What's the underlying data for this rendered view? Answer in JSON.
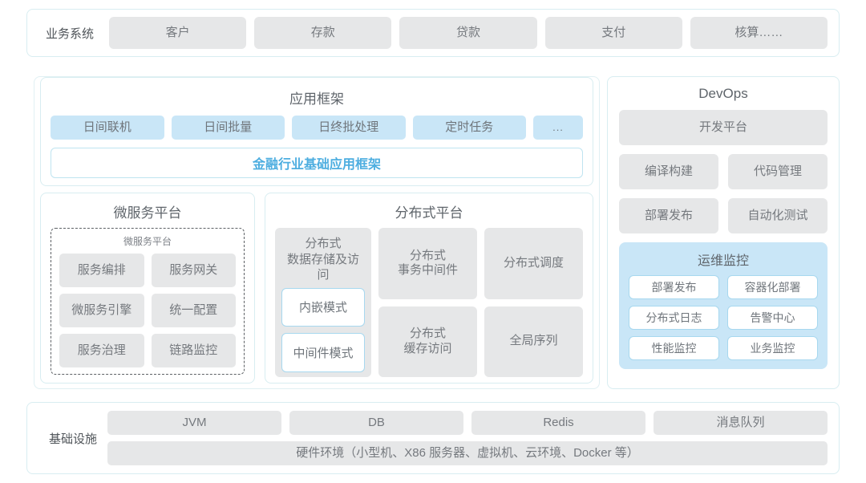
{
  "business_systems": {
    "label": "业务系统",
    "items": [
      "客户",
      "存款",
      "贷款",
      "支付",
      "核算……"
    ]
  },
  "app_framework": {
    "title": "应用框架",
    "chips": [
      "日间联机",
      "日间批量",
      "日终批处理",
      "定时任务",
      "..."
    ],
    "base_bar": "金融行业基础应用框架",
    "base_bar_color": "#4eaee0"
  },
  "microservice_platform": {
    "title": "微服务平台",
    "inner_title": "微服务平台",
    "items": [
      "服务编排",
      "服务网关",
      "微服务引擎",
      "统一配置",
      "服务治理",
      "链路监控"
    ]
  },
  "distributed_platform": {
    "title": "分布式平台",
    "column1": {
      "head": "分布式\n数据存储及访问",
      "head_line1": "分布式",
      "head_line2": "数据存储及访问",
      "modes": [
        "内嵌模式",
        "中间件模式"
      ]
    },
    "grid": [
      {
        "line1": "分布式",
        "line2": "事务中间件"
      },
      {
        "line1": "分布式调度",
        "line2": ""
      },
      {
        "line1": "分布式",
        "line2": "缓存访问"
      },
      {
        "line1": "全局序列",
        "line2": ""
      }
    ]
  },
  "devops": {
    "title": "DevOps",
    "platform": "开发平台",
    "items": [
      "编译构建",
      "代码管理",
      "部署发布",
      "自动化测试"
    ],
    "ops_monitor": {
      "title": "运维监控",
      "panel_color": "#c9e6f7",
      "items": [
        "部署发布",
        "容器化部署",
        "分布式日志",
        "告警中心",
        "性能监控",
        "业务监控"
      ]
    }
  },
  "infrastructure": {
    "label": "基础设施",
    "items": [
      "JVM",
      "DB",
      "Redis",
      "消息队列"
    ],
    "hardware": "硬件环境（小型机、X86 服务器、虚拟机、云环境、Docker 等）"
  },
  "theme": {
    "card_border": "#d8edf1",
    "chip_grey": "#e6e7e8",
    "chip_blue": "#c9e6f7",
    "text_grey": "#75797e"
  }
}
